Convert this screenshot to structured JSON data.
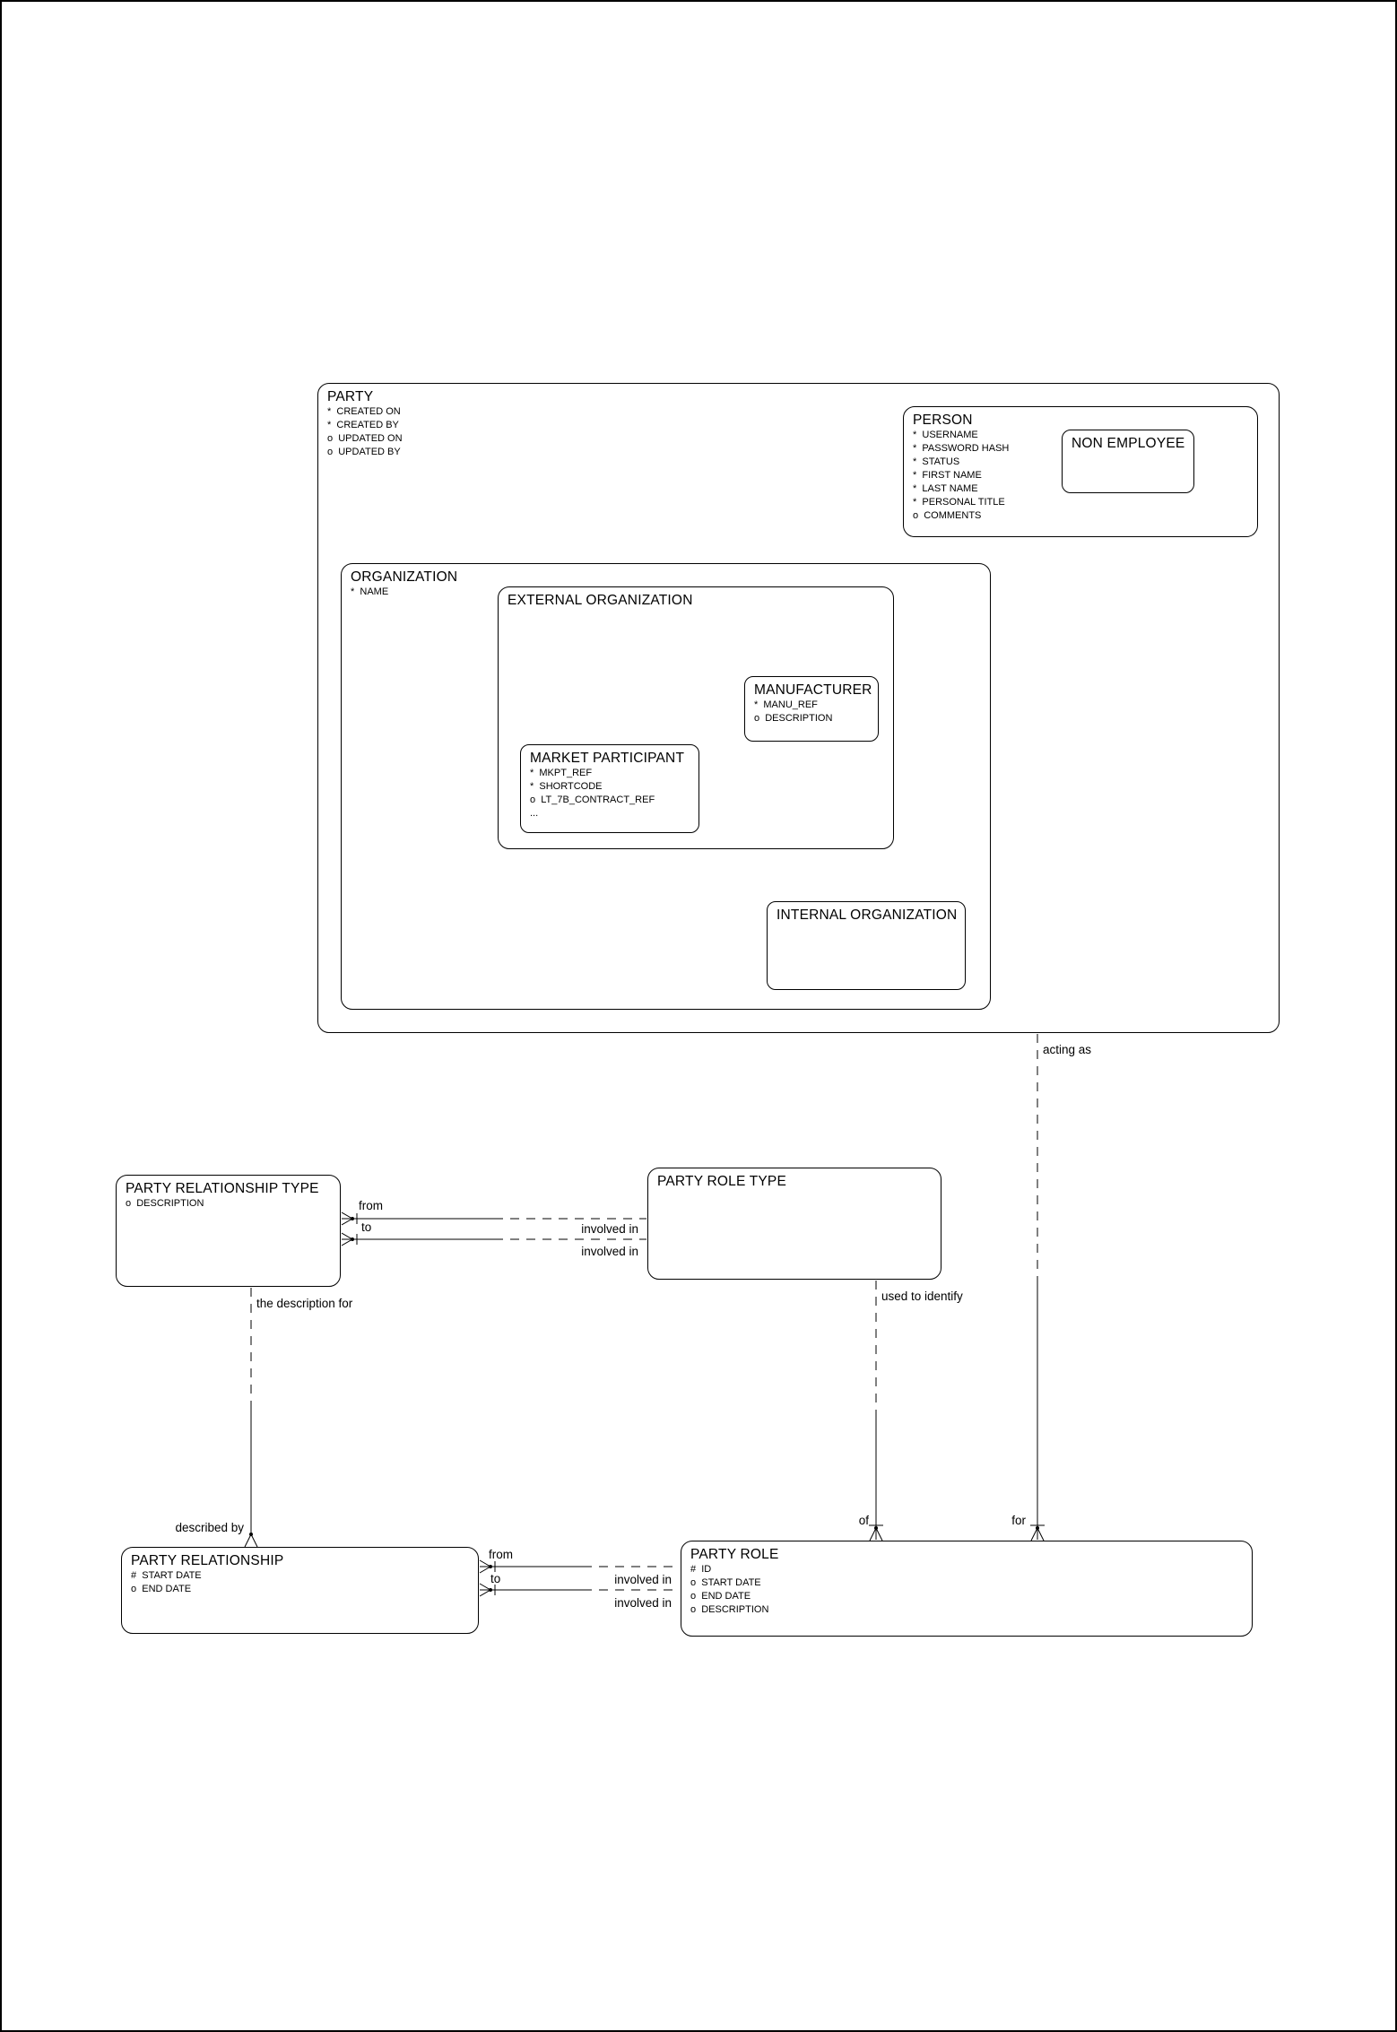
{
  "colors": {
    "line": "#000000",
    "background": "#ffffff",
    "text": "#000000"
  },
  "entities": {
    "party": {
      "title": "PARTY",
      "attrs": [
        "*  CREATED ON",
        "*  CREATED BY",
        "o  UPDATED ON",
        "o  UPDATED BY"
      ]
    },
    "person": {
      "title": "PERSON",
      "attrs": [
        "*  USERNAME",
        "*  PASSWORD HASH",
        "*  STATUS",
        "*  FIRST NAME",
        "*  LAST NAME",
        "*  PERSONAL TITLE",
        "o  COMMENTS"
      ]
    },
    "non_employee": {
      "title": "NON EMPLOYEE"
    },
    "organization": {
      "title": "ORGANIZATION",
      "attrs": [
        "*  NAME"
      ]
    },
    "external_organization": {
      "title": "EXTERNAL ORGANIZATION"
    },
    "manufacturer": {
      "title": "MANUFACTURER",
      "attrs": [
        "*  MANU_REF",
        "o  DESCRIPTION"
      ]
    },
    "market_participant": {
      "title": "MARKET PARTICIPANT",
      "attrs": [
        "*  MKPT_REF",
        "*  SHORTCODE",
        "o  LT_7B_CONTRACT_REF",
        "..."
      ]
    },
    "internal_organization": {
      "title": "INTERNAL ORGANIZATION"
    },
    "party_relationship_type": {
      "title": "PARTY RELATIONSHIP TYPE",
      "attrs": [
        "o  DESCRIPTION"
      ]
    },
    "party_role_type": {
      "title": "PARTY ROLE TYPE"
    },
    "party_relationship": {
      "title": "PARTY RELATIONSHIP",
      "attrs": [
        "#  START DATE",
        "o  END DATE"
      ]
    },
    "party_role": {
      "title": "PARTY ROLE",
      "attrs": [
        "#  ID",
        "o  START DATE",
        "o  END DATE",
        "o  DESCRIPTION"
      ]
    }
  },
  "relationships": {
    "acting_as": "acting as",
    "for_label": "for",
    "of_label": "of",
    "used_to_identify": "used to identify",
    "the_description_for": "the description for",
    "described_by": "described by",
    "prt_from": "from",
    "prt_to": "to",
    "prt_involved_in_1": "involved in",
    "prt_involved_in_2": "involved in",
    "pr_from": "from",
    "pr_to": "to",
    "pr_involved_in_1": "involved in",
    "pr_involved_in_2": "involved in"
  }
}
